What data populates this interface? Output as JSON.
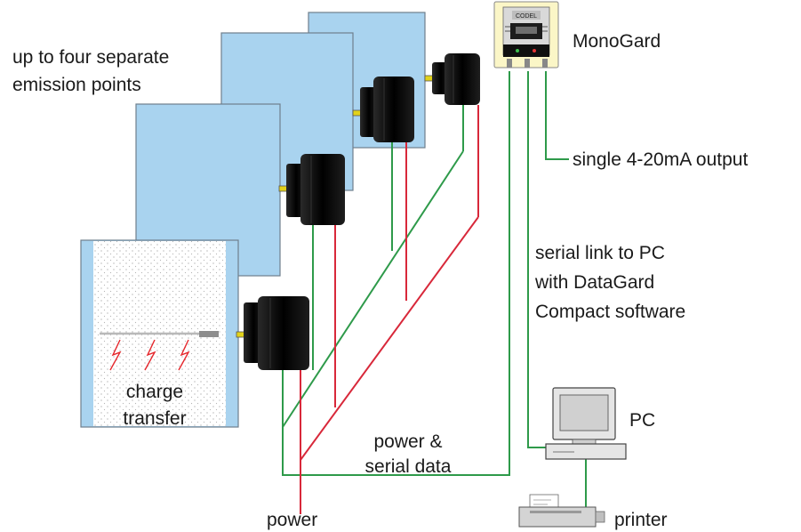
{
  "labels": {
    "emission_line1": "up to four separate",
    "emission_line2": "emission points",
    "monogard": "MonoGard",
    "output": "single 4-20mA output",
    "serial_line1": "serial link to PC",
    "serial_line2": "with DataGard",
    "serial_line3": "Compact software",
    "charge_line1": "charge",
    "charge_line2": "transfer",
    "pc": "PC",
    "power_serial_line1": "power &",
    "power_serial_line2": "serial data",
    "power": "power",
    "printer": "printer"
  },
  "device_panel_text": "CODEL",
  "colors": {
    "duct_fill": "#a9d3ef",
    "duct_stroke": "#6f7f8c",
    "sensor": "#0b0b0b",
    "power_wire": "#d8283a",
    "data_wire": "#2e9a4a",
    "spark": "#e5262b",
    "connector": "#e2d21a",
    "device_bg": "#fbf6c7"
  }
}
